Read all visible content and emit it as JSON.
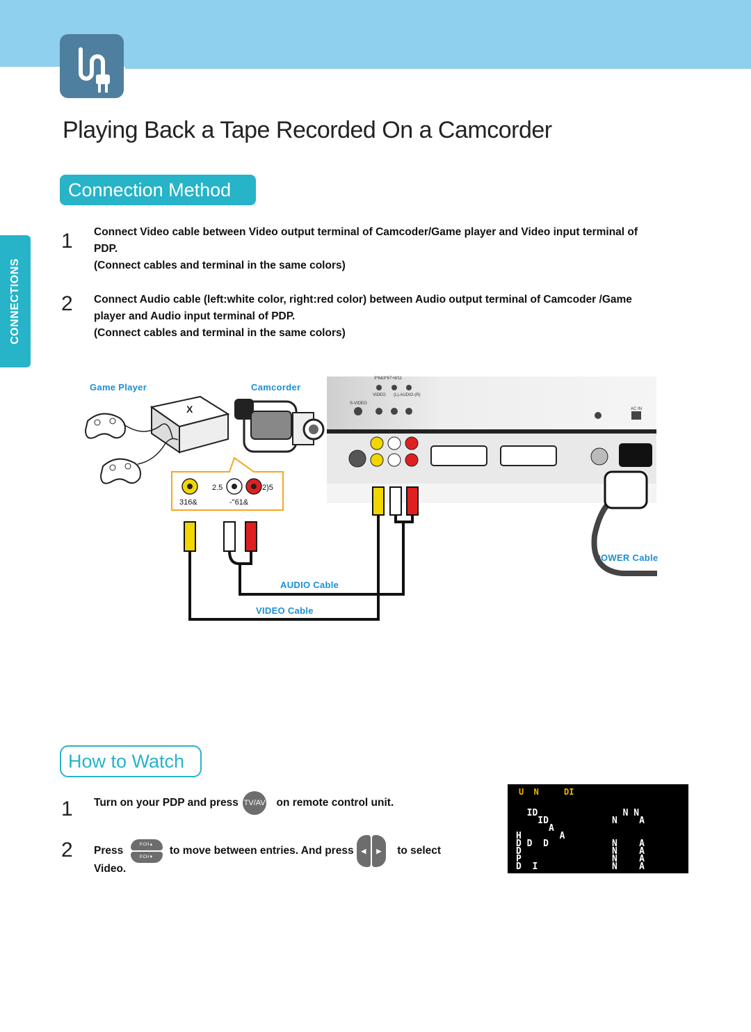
{
  "header": {
    "title": "Playing Back a Tape Recorded On a Camcorder",
    "logo_icon": "plug-icon"
  },
  "side_tab": {
    "label": "CONNECTIONS"
  },
  "connection_method": {
    "heading": "Connection Method",
    "steps": [
      {
        "num": "1",
        "line1": "Connect Video cable between Video output terminal of Camcoder/Game player and Video input terminal of",
        "line2": "PDP.",
        "note": "(Connect cables and terminal in the same colors)"
      },
      {
        "num": "2",
        "line1": "Connect Audio cable (left:white color, right:red color) between Audio output terminal of Camcoder /Game",
        "line2": "player and Audio input terminal of PDP.",
        "note": "(Connect cables and terminal in the same colors)"
      }
    ]
  },
  "diagram": {
    "game_player": "Game Player",
    "camcorder": "Camcorder",
    "jack_labels": {
      "audio_l": "2.5",
      "audio_r": "2)5",
      "video": "316&",
      "audio": "-\"61&"
    },
    "audio_cable": "AUDIO Cable",
    "video_cable": "VIDEO Cable",
    "power_cable": "POWER Cable",
    "panel_labels": {
      "av_top": "3*6&3*67+8/11",
      "video": "VIDEO",
      "audio": "(L)-AUDIO-(R)",
      "svideo": "S-VIDEO",
      "ac_in": "AC IN"
    },
    "colors": {
      "video_jack": "#f2d600",
      "audio_left": "#ffffff",
      "audio_right": "#e02020",
      "cable": "#111111"
    }
  },
  "how_to_watch": {
    "heading": "How to Watch",
    "step1": {
      "num": "1",
      "before": "Turn on your PDP and press",
      "button": "TV/AV",
      "after": "on remote control unit."
    },
    "step2": {
      "num": "2",
      "before": "Press",
      "updown_top": "P.CH▲",
      "updown_bottom": "P.CH▼",
      "middle": "to move between entries. And press",
      "after": "to select",
      "line2": "Video."
    }
  },
  "osd_screen": {
    "header": "U  N     DI",
    "left_col": "  ID\n    ID\n      A\nH       A\nD D  D\nD\nP\nD  I",
    "right_col": "  N N\nN    A\n\n\nN    A\nN    A\nN    A\nN    A"
  }
}
